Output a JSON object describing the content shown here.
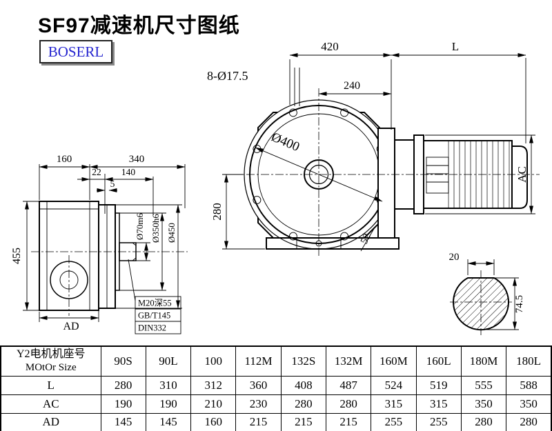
{
  "page": {
    "title": "SF97减速机尺寸图纸",
    "logo_text": "BOSERL"
  },
  "drawing": {
    "labels": {
      "d420": "420",
      "dL": "L",
      "holes": "8-Ø17.5",
      "d240": "240",
      "d400": "Ø400",
      "d280": "280",
      "d52": "52",
      "ac": "AC",
      "d20": "20",
      "d74_5": "74.5",
      "d160": "160",
      "d340": "340",
      "d22": "22",
      "d140": "140",
      "d5": "5",
      "d455": "455",
      "ad": "AD",
      "d70": "Ø70m6",
      "d350": "Ø350h6",
      "d450": "Ø450",
      "note1": "M20深55",
      "note2": "GB/T145",
      "note3": "DIN332"
    }
  },
  "table": {
    "header_line1": "Y2电机机座号",
    "header_line2": "MOtOr Size",
    "columns": [
      "90S",
      "90L",
      "100",
      "112M",
      "132S",
      "132M",
      "160M",
      "160L",
      "180M",
      "180L"
    ],
    "rows": [
      {
        "label": "L",
        "values": [
          "280",
          "310",
          "312",
          "360",
          "408",
          "487",
          "524",
          "519",
          "555",
          "588"
        ]
      },
      {
        "label": "AC",
        "values": [
          "190",
          "190",
          "210",
          "230",
          "280",
          "280",
          "315",
          "315",
          "350",
          "350"
        ]
      },
      {
        "label": "AD",
        "values": [
          "145",
          "145",
          "160",
          "215",
          "215",
          "215",
          "255",
          "255",
          "280",
          "280"
        ]
      }
    ]
  }
}
